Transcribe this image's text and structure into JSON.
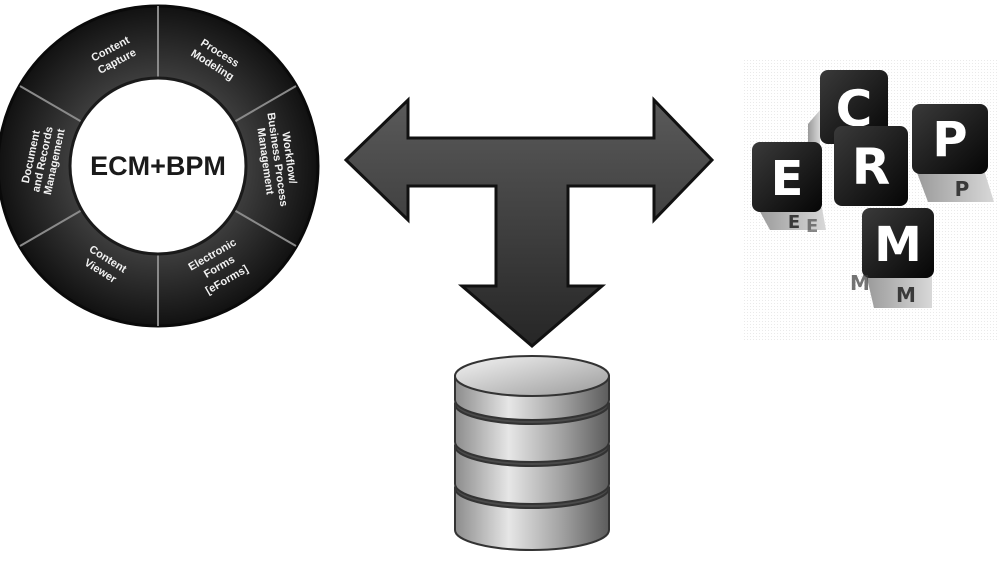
{
  "ecm_bpm_wheel": {
    "center_label": "ECM+BPM",
    "segments": [
      {
        "name": "content-capture",
        "lines": [
          "Content",
          "Capture"
        ]
      },
      {
        "name": "process-modeling",
        "lines": [
          "Process",
          "Modeling"
        ]
      },
      {
        "name": "workflow-bpm",
        "lines": [
          "Workflow/",
          "Business Process",
          "Management"
        ]
      },
      {
        "name": "electronic-forms",
        "lines": [
          "Electronic",
          "Forms",
          "[eForms]"
        ]
      },
      {
        "name": "content-viewer",
        "lines": [
          "Content",
          "Viewer"
        ]
      },
      {
        "name": "document-records",
        "lines": [
          "Document",
          "and Records",
          "Management"
        ]
      }
    ]
  },
  "erp_crm_cubes": {
    "front_letters": [
      "C",
      "E",
      "R",
      "P",
      "M"
    ],
    "side_letters": [
      "E",
      "P",
      "M",
      "E",
      "M"
    ]
  },
  "connector": {
    "icon": "t-shaped-three-way-arrow"
  },
  "database": {
    "icon": "database-cylinder-stack-icon",
    "layers": 4
  }
}
